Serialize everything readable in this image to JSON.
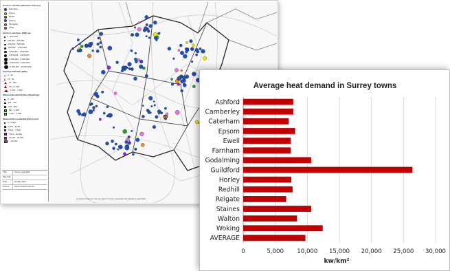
{
  "map": {
    "legend_heading": "Anchor Load Sites (Business Classes)",
    "classes": [
      {
        "label": "Education",
        "color": "#1f4fbf"
      },
      {
        "label": "Prison",
        "color": "#f2e600"
      },
      {
        "label": "Retail",
        "color": "#2aa02a"
      },
      {
        "label": "Leisure",
        "color": "#8a2be2"
      },
      {
        "label": "Municipal",
        "color": "#e07ad0"
      },
      {
        "label": "Other",
        "color": "#f08c1c"
      }
    ],
    "size_heading": "Anchor Load Sizes (kWh pa)",
    "size_classes": [
      "0 - 100,000",
      "100,001 - 250,000",
      "250,001 - 500,000",
      "500,001 - 1,000,000",
      "1,000,001 - 1,500,000",
      "1,500,001 - 2,000,000",
      "2,000,001 - 3,000,000",
      "3,000,001 - 5,000,000",
      "5,000,001 - 10,000,000"
    ],
    "chp_heading": "Existing CHP Sites (kWe)",
    "chp_classes": [
      "0 - 30",
      "31 - 60",
      "61 - 200",
      "201 - 1,000",
      "1,001 - 1,500"
    ],
    "res_heading": "Planned Residential Sites (Dwellings)",
    "res_classes": [
      "0 - 100",
      "101 - 200",
      "201 - 500",
      "501 - 1,000",
      "1,001 - 2,500"
    ],
    "nonres_heading": "Planned Non-residential Sites (sq m)",
    "nonres_classes": [
      "0 - 2,500",
      "2,501 - 5,000",
      "5,001 - 7,500",
      "7,501 - 10,000",
      "10,001 - 20,000",
      "> 20,000"
    ],
    "footer": [
      {
        "key": "Title",
        "value": "Surrey Heat Map"
      },
      {
        "key": "Map Ref",
        "value": ""
      },
      {
        "key": "Date",
        "value": "04 May 2011"
      },
      {
        "key": "Source",
        "value": "South Downs GIS Ltd."
      }
    ],
    "credit": "Contains Ordnance Survey data © Crown copyright and database right 2011"
  },
  "chart_data": {
    "type": "bar",
    "orientation": "horizontal",
    "title": "Average heat demand in Surrey towns",
    "categories": [
      "Ashford",
      "Camberley",
      "Caterham",
      "Epsom",
      "Ewell",
      "Farnham",
      "Godalming",
      "Guildford",
      "Horley",
      "Redhill",
      "Reigate",
      "Staines",
      "Walton",
      "Woking",
      "AVERAGE"
    ],
    "values": [
      7800,
      7800,
      7100,
      8100,
      7400,
      7400,
      10600,
      26400,
      7500,
      7700,
      6700,
      10600,
      8400,
      12400,
      9700
    ],
    "xlabel": "kw/km²",
    "ylabel": "",
    "xlim": [
      0,
      30000
    ],
    "xticks": [
      "0",
      "5,000",
      "10,000",
      "15,000",
      "20,000",
      "25,000",
      "30,000"
    ],
    "bar_color": "#c00000",
    "grid": true,
    "legend": "none"
  }
}
